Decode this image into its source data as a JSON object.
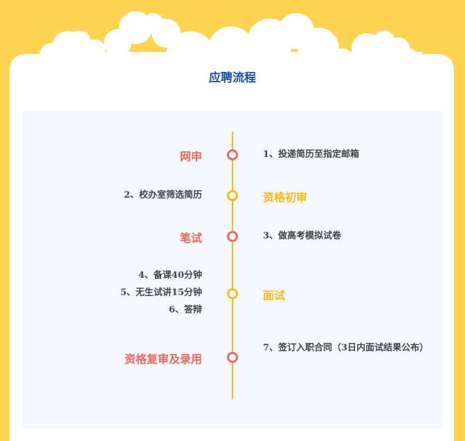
{
  "title": "应聘流程",
  "colors": {
    "background": "#fed452",
    "accent_red": "#f0665a",
    "accent_yellow": "#fbbb14",
    "title": "#1a4ea8"
  },
  "steps": [
    {
      "stage": "网申",
      "details": [
        "1、投递简历至指定邮箱"
      ]
    },
    {
      "stage": "资格初审",
      "details": [
        "2、校办室筛选简历"
      ]
    },
    {
      "stage": "笔试",
      "details": [
        "3、做高考模拟试卷"
      ]
    },
    {
      "stage": "面试",
      "details": [
        "4、备课40分钟",
        "5、无生试讲15分钟",
        "6、答辩"
      ]
    },
    {
      "stage": "资格复审及录用",
      "details": [
        "7、签订入职合同（3日内面试结果公布）"
      ]
    }
  ]
}
